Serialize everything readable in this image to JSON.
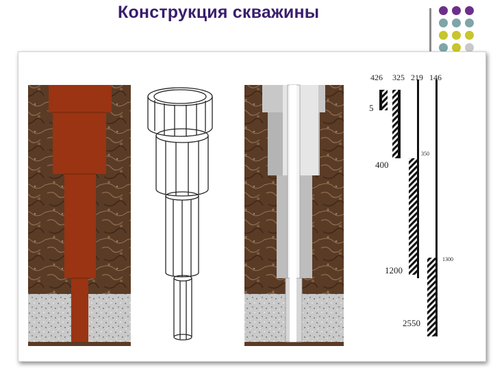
{
  "slide": {
    "title": "Конструкция скважины"
  },
  "decor": {
    "dot_colors": [
      "#6b2f8a",
      "#6b2f8a",
      "#6b2f8a",
      "#7fa5a8",
      "#7fa5a8",
      "#7fa5a8",
      "#c7c62b",
      "#c7c62b",
      "#c7c62b",
      "#7fa5a8",
      "#c7c62b",
      "#c9c9c9"
    ]
  },
  "scheme": {
    "diameters": [
      "426",
      "325",
      "219",
      "146"
    ],
    "depths": [
      "5",
      "400",
      "1200",
      "2550"
    ],
    "small_marks": [
      "350",
      "1300"
    ]
  },
  "colors": {
    "casing": "#9a3412",
    "rock": "#5a3b25",
    "granite": "#bfbfbf",
    "title": "#3a1d6e"
  }
}
